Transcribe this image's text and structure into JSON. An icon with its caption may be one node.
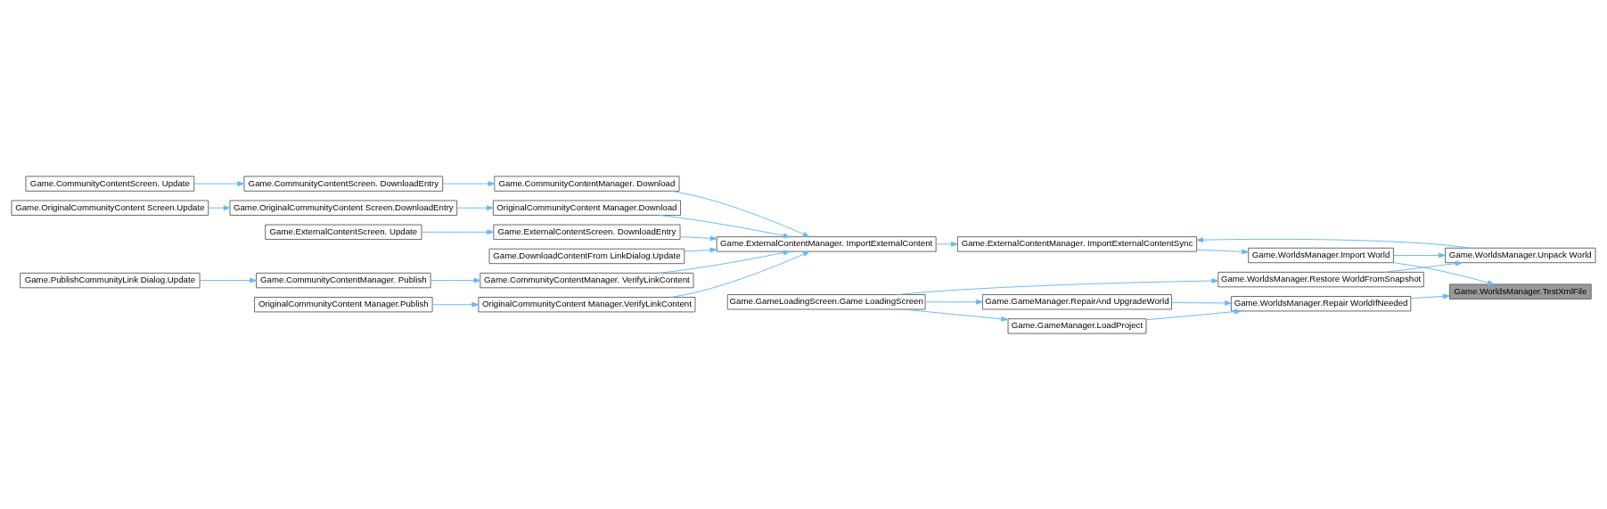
{
  "diagram": {
    "nodes": [
      {
        "text": [
          "Game.CommunityContentScreen. Update"
        ]
      },
      {
        "text": [
          "Game.CommunityContentScreen. DownloadEntry"
        ]
      },
      {
        "text": [
          "Game.CommunityContentManager. Download"
        ]
      },
      {
        "text": [
          "Game.OriginalCommunityContent Screen.Update"
        ]
      },
      {
        "text": [
          "Game.OriginalCommunityContent Screen.DownloadEntry"
        ]
      },
      {
        "text": [
          "OriginalCommunityContent Manager.Download"
        ]
      },
      {
        "text": [
          "Game.ExternalContentScreen. Update"
        ]
      },
      {
        "text": [
          "Game.ExternalContentScreen. DownloadEntry"
        ]
      },
      {
        "text": [
          "Game.DownloadContentFrom LinkDialog.Update"
        ]
      },
      {
        "text": [
          "Game.ExternalContentManager. ImportExternalContent"
        ]
      },
      {
        "text": [
          "Game.PublishCommunityLink Dialog.Update"
        ]
      },
      {
        "text": [
          "Game.CommunityContentManager. Publish"
        ]
      },
      {
        "text": [
          "Game.CommunityContentManager. VerifyLinkContent"
        ]
      },
      {
        "text": [
          "OriginalCommunityContent Manager.Publish"
        ]
      },
      {
        "text": [
          "OriginalCommunityContent Manager.VerifyLinkContent"
        ]
      },
      {
        "text": [
          "Game.ExternalContentManager. ImportExternalContentSync"
        ]
      },
      {
        "text": [
          "Game.WorldsManager.Restore WorldFromSnapshot"
        ]
      },
      {
        "text": [
          "Game.WorldsManager.Unpack World"
        ]
      },
      {
        "text": [
          "Game.WorldsManager.Import World"
        ]
      },
      {
        "text": [
          "Game.WorldsManager.TestXmlFile"
        ]
      },
      {
        "text": [
          "Game.GameLoadingScreen.Game LoadingScreen"
        ]
      },
      {
        "text": [
          "Game.GameManager.LoadProject"
        ]
      },
      {
        "text": [
          "Game.WorldsManager.Repair WorldIfNeeded"
        ]
      },
      {
        "text": [
          "Game.GameManager.RepairAnd UpgradeWorld"
        ]
      }
    ],
    "edges": [
      {
        "from": 0,
        "to": 1,
        "arrow": "to"
      },
      {
        "from": 1,
        "to": 2,
        "arrow": "to"
      },
      {
        "from": 2,
        "to": 9,
        "arrow": "to"
      },
      {
        "from": 3,
        "to": 4,
        "arrow": "to"
      },
      {
        "from": 4,
        "to": 5,
        "arrow": "to"
      },
      {
        "from": 5,
        "to": 9,
        "arrow": "to"
      },
      {
        "from": 6,
        "to": 7,
        "arrow": "to"
      },
      {
        "from": 7,
        "to": 9,
        "arrow": "to"
      },
      {
        "from": 8,
        "to": 9,
        "arrow": "to"
      },
      {
        "from": 10,
        "to": 11,
        "arrow": "to"
      },
      {
        "from": 11,
        "to": 12,
        "arrow": "to"
      },
      {
        "from": 12,
        "to": 9,
        "arrow": "to"
      },
      {
        "from": 13,
        "to": 14,
        "arrow": "to"
      },
      {
        "from": 14,
        "to": 9,
        "arrow": "to"
      },
      {
        "from": 9,
        "to": 15,
        "arrow": "to"
      },
      {
        "from": 15,
        "to": 18,
        "arrow": "to"
      },
      {
        "from": 17,
        "to": 15,
        "arrow": "to"
      },
      {
        "from": 18,
        "to": 17,
        "arrow": "to"
      },
      {
        "from": 20,
        "to": 16,
        "arrow": "to"
      },
      {
        "from": 16,
        "to": 17,
        "arrow": "to"
      },
      {
        "from": 20,
        "to": 21,
        "arrow": "to"
      },
      {
        "from": 21,
        "to": 22,
        "arrow": "to"
      },
      {
        "from": 20,
        "to": 23,
        "arrow": "to"
      },
      {
        "from": 23,
        "to": 22,
        "arrow": "to"
      },
      {
        "from": 22,
        "to": 19,
        "arrow": "to"
      },
      {
        "from": 18,
        "to": 19,
        "arrow": "to"
      }
    ]
  }
}
